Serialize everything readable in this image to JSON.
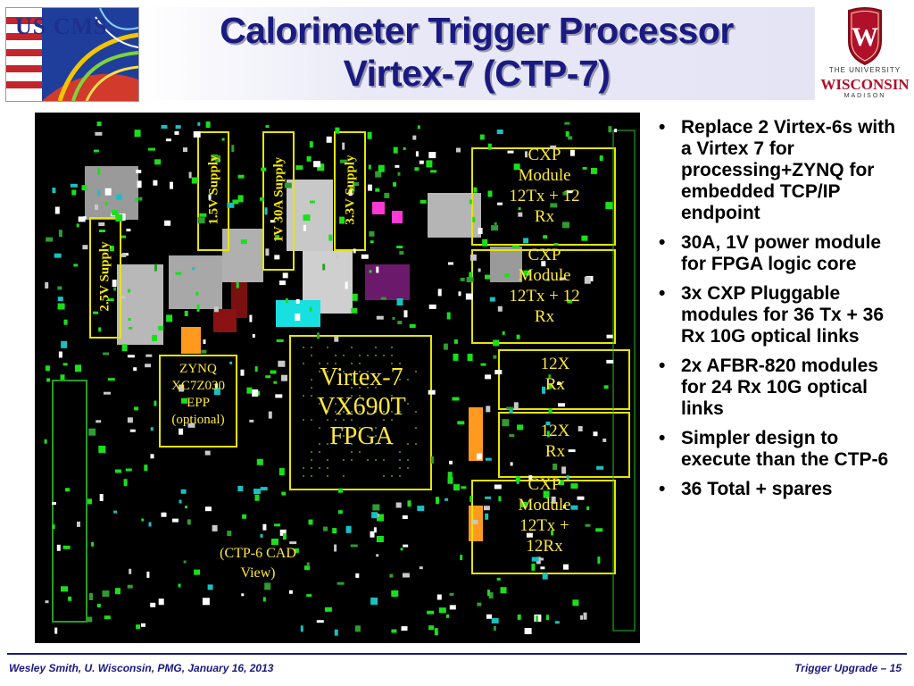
{
  "header": {
    "title_line1": "Calorimeter Trigger Processor",
    "title_line2": "Virtex-7 (CTP-7)",
    "left_logo_text": "US CMS",
    "right_logo": {
      "small": "THE UNIVERSITY",
      "big": "WISCONSIN",
      "city": "MADISON",
      "crest_letter": "W"
    }
  },
  "board": {
    "supplies": [
      {
        "label": "1.5V Supply"
      },
      {
        "label": "1V 30A Supply"
      },
      {
        "label": "3.3V Supply"
      },
      {
        "label": "2.5V Supply"
      }
    ],
    "fpga": {
      "line1": "Virtex-7",
      "line2": "VX690T",
      "line3": "FPGA"
    },
    "zynq": {
      "line1": "ZYNQ",
      "line2": "XC7Z030",
      "line3": "EPP",
      "line4": "(optional)"
    },
    "cad_note": {
      "line1": "(CTP-6 CAD",
      "line2": "View)"
    },
    "modules": [
      {
        "l1": "CXP",
        "l2": "Module",
        "l3": "12Tx + 12",
        "l4": "Rx"
      },
      {
        "l1": "CXP",
        "l2": "Module",
        "l3": "12Tx + 12",
        "l4": "Rx"
      },
      {
        "l1": "12X",
        "l2": "Rx"
      },
      {
        "l1": "12X",
        "l2": "Rx"
      },
      {
        "l1": "CXP",
        "l2": "Module",
        "l3": "12Tx +",
        "l4": "12Rx"
      }
    ]
  },
  "bullets": [
    "Replace 2 Virtex-6s with a Virtex 7 for processing+ZYNQ for embedded TCP/IP endpoint",
    "30A, 1V power module for FPGA logic core",
    "3x CXP Pluggable modules for 36 Tx + 36 Rx 10G optical links",
    "2x AFBR-820 modules for 24 Rx 10G optical links",
    "Simpler design to execute than the CTP-6",
    "36 Total + spares"
  ],
  "bullet_glyph": "•",
  "footer": {
    "left": "Wesley Smith, U. Wisconsin, PMG, January 16, 2013",
    "right": "Trigger Upgrade  – 15"
  },
  "colors": {
    "title": "#1a1a80",
    "board_label": "#ffe93b",
    "supply_label": "#f6e800",
    "uw_red": "#b0102a"
  }
}
